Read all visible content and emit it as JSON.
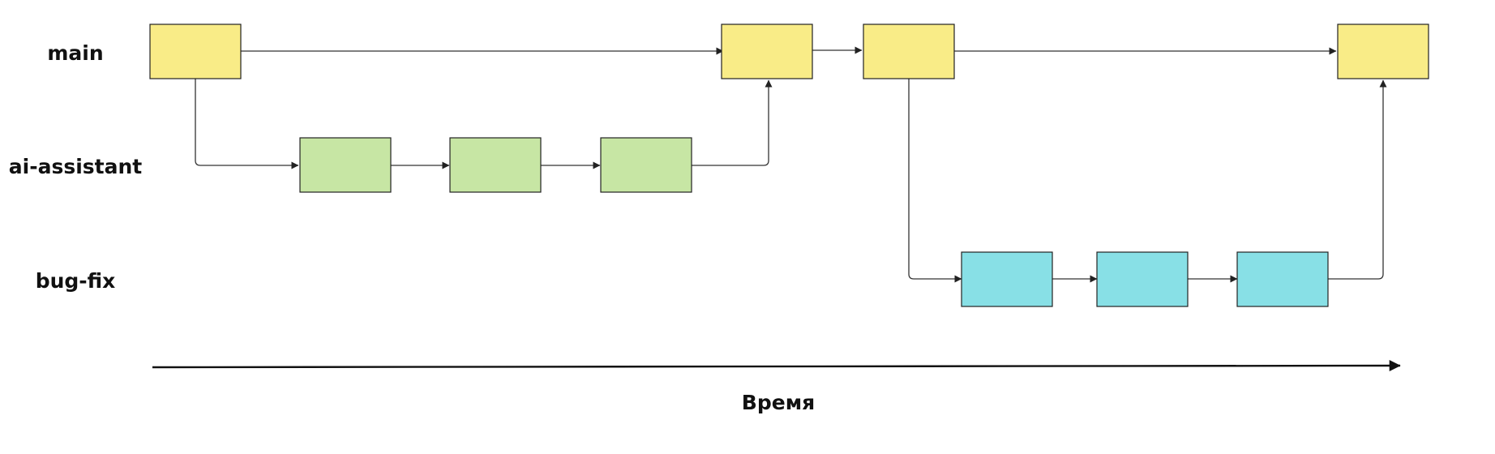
{
  "branches": [
    {
      "id": "main",
      "label": "main"
    },
    {
      "id": "ai",
      "label": "ai-assistant"
    },
    {
      "id": "bug",
      "label": "bug-fix"
    }
  ],
  "axis": {
    "label": "Время"
  },
  "colors": {
    "main": "#f9ec87",
    "ai": "#c7e6a4",
    "bug": "#88e0e6",
    "stroke": "#333333",
    "text": "#111111"
  }
}
